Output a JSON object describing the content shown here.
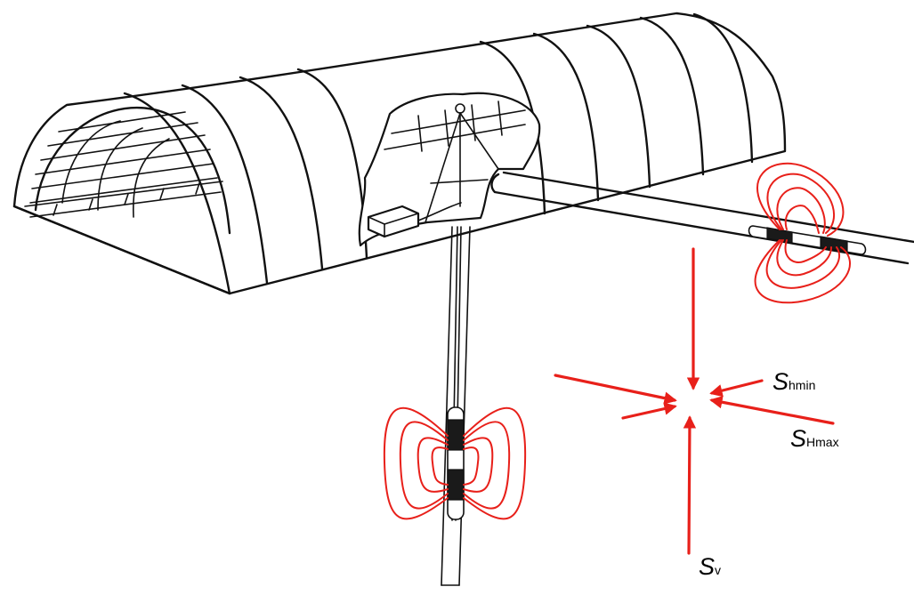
{
  "colors": {
    "ink": "#111111",
    "field": "#e8201a",
    "stress": "#e8201a",
    "packer": "#1a1a1a",
    "background": "#ffffff"
  },
  "stress_labels": {
    "shmin": {
      "main": "S",
      "sub": "hmin"
    },
    "shmax": {
      "main": "S",
      "sub": "Hmax"
    },
    "sv": {
      "main": "S",
      "sub": "v"
    }
  },
  "icons": [
    "tunnel-vault",
    "horizontal-borehole",
    "vertical-borehole",
    "packer",
    "stress-arrow",
    "equipment-box"
  ]
}
